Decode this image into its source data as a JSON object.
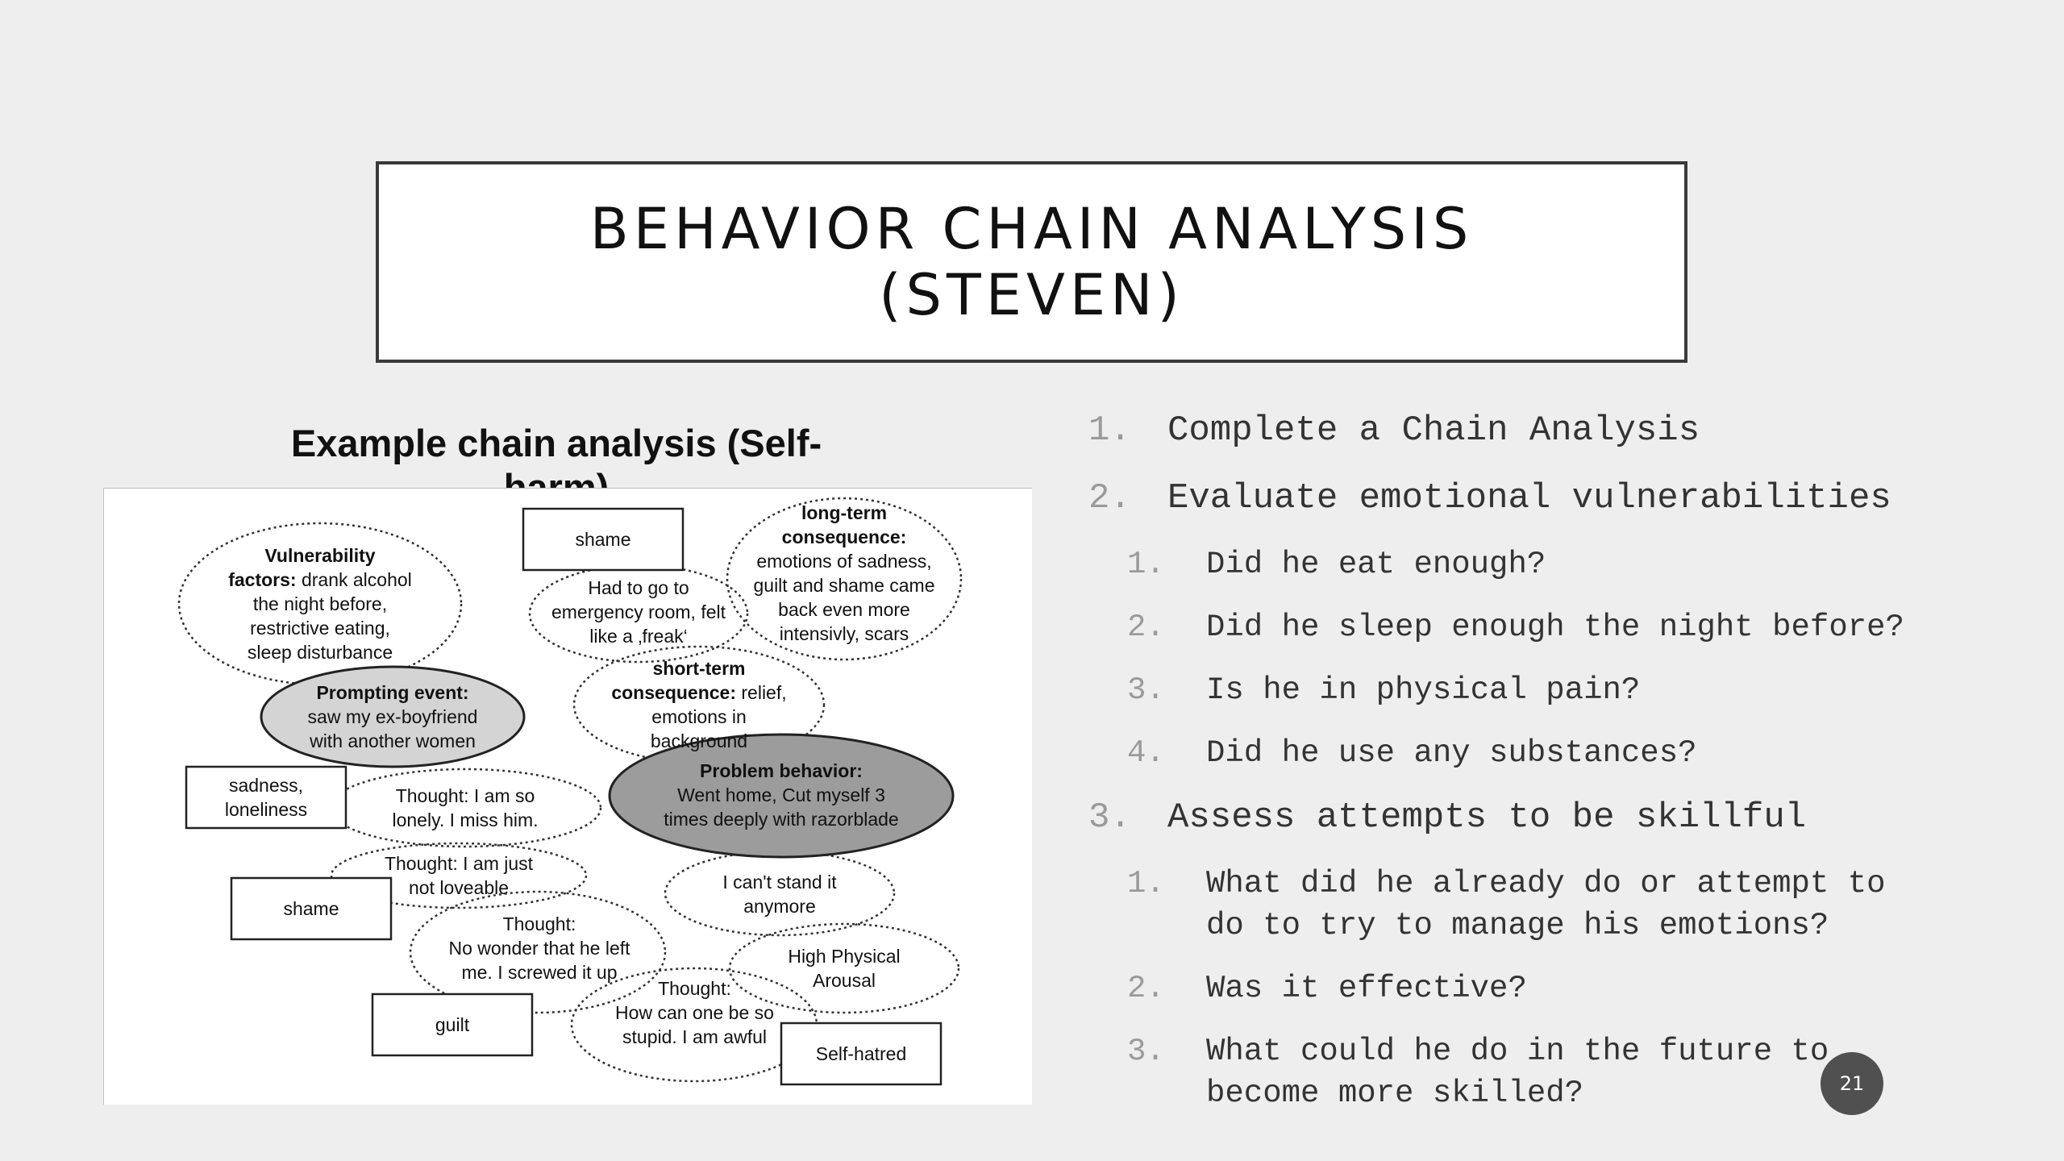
{
  "slide": {
    "title_line1": "BEHAVIOR CHAIN ANALYSIS",
    "title_line2": "(STEVEN)",
    "page_number": "21"
  },
  "figure": {
    "title": "Example chain analysis (Self-harm)",
    "nodes": {
      "vulnerability_bold": "Vulnerability",
      "vulnerability_bold2": "factors:",
      "vulnerability_text1": "drank alcohol",
      "vulnerability_text2": "the night before,",
      "vulnerability_text3": "restrictive eating,",
      "vulnerability_text4": "sleep disturbance",
      "shame_top": "shame",
      "long_term_bold1": "long-term",
      "long_term_bold2": "consequence:",
      "long_term_text1": "emotions of sadness,",
      "long_term_text2": "guilt and shame came",
      "long_term_text3": "back even more",
      "long_term_text4": "intensivly, scars",
      "emergency1": "Had to go to",
      "emergency2": "emergency room, felt",
      "emergency3": "like a ‚freak‘",
      "prompting_bold": "Prompting event:",
      "prompting_text1": "saw my ex-boyfriend",
      "prompting_text2": "with another women",
      "short_term_bold1": "short-term",
      "short_term_bold2": "consequence:",
      "short_term_text1": "relief,",
      "short_term_text2": "emotions in",
      "short_term_text3": "background",
      "sadness1": "sadness,",
      "sadness2": "loneliness",
      "thought_lonely1": "Thought: I am so",
      "thought_lonely2": "lonely. I miss him.",
      "problem_bold": "Problem behavior:",
      "problem_text1": "Went home, Cut myself 3",
      "problem_text2": "times deeply with razorblade",
      "thought_loveable1": "Thought: I am just",
      "thought_loveable2": "not loveable",
      "cant_stand1": "I can't stand it",
      "cant_stand2": "anymore",
      "shame_mid": "shame",
      "thought_wonder1": "Thought:",
      "thought_wonder2": "No wonder that he left",
      "thought_wonder3": "me. I screwed it up",
      "arousal1": "High Physical",
      "arousal2": "Arousal",
      "guilt": "guilt",
      "thought_stupid1": "Thought:",
      "thought_stupid2": "How can one be so",
      "thought_stupid3": "stupid. I am awful",
      "self_hatred": "Self-hatred"
    }
  },
  "list": {
    "items": [
      {
        "num": "1.",
        "text": "Complete a Chain Analysis"
      },
      {
        "num": "2.",
        "text": "Evaluate emotional vulnerabilities"
      },
      {
        "num": "1.",
        "text": "Did he eat enough?"
      },
      {
        "num": "2.",
        "text": "Did he sleep enough the night before?"
      },
      {
        "num": "3.",
        "text": "Is he in physical pain?"
      },
      {
        "num": "4.",
        "text": "Did he use any substances?"
      },
      {
        "num": "3.",
        "text": "Assess attempts to be skillful"
      },
      {
        "num": "1.",
        "text_line1": "What did he already do or attempt to",
        "text_line2": "do to try to manage his emotions?"
      },
      {
        "num": "2.",
        "text": "Was it effective?"
      },
      {
        "num": "3.",
        "text_line1": "What could he do in the future to",
        "text_line2": "become more skilled?"
      }
    ]
  },
  "colors": {
    "background": "#eeeeee",
    "prompting_fill": "#d4d4d4",
    "problem_fill": "#9c9c9c",
    "page_badge": "#505050"
  }
}
